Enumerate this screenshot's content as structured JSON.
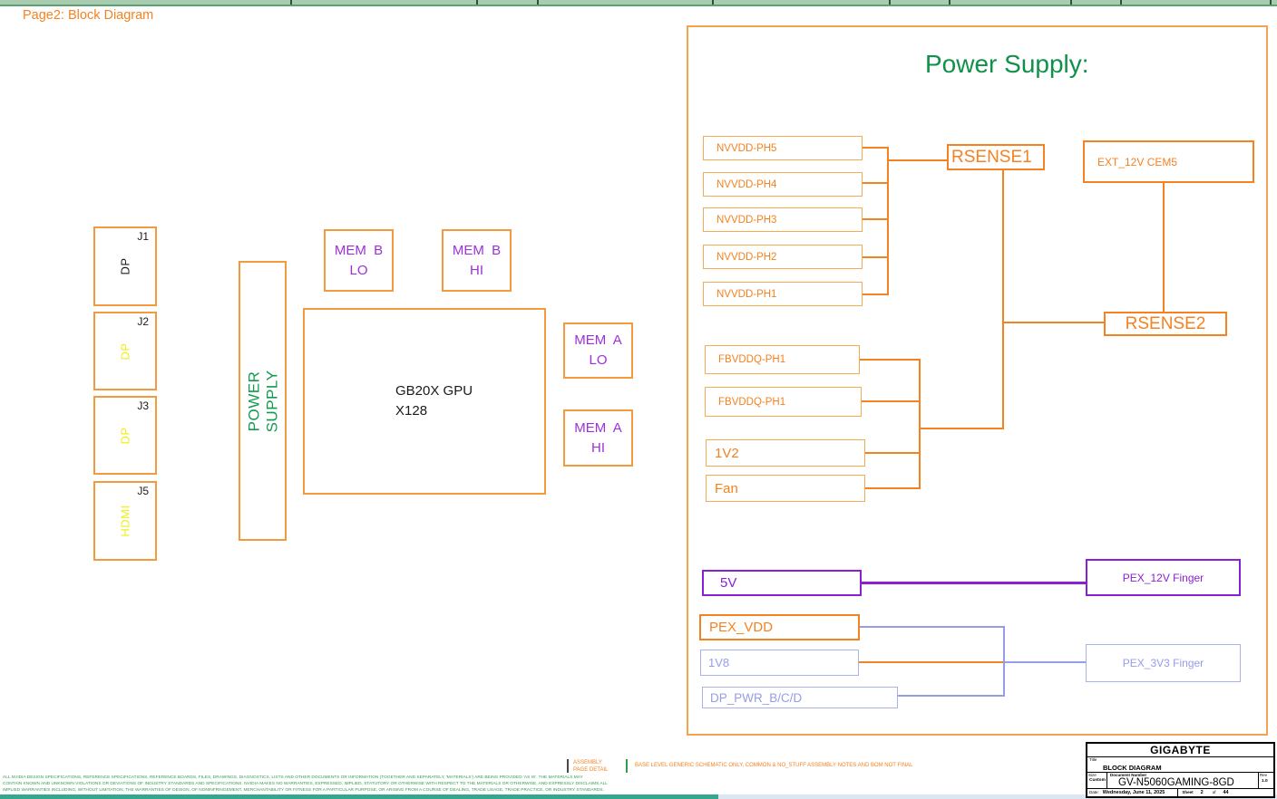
{
  "page": {
    "title": "Page2: Block Diagram"
  },
  "colors": {
    "orange": "#f58220",
    "green": "#129a4f",
    "purple": "#9b30d9",
    "violet": "#8a1fd4",
    "periwinkle": "#959de8",
    "yellow": "#eef011"
  },
  "connectors": [
    {
      "id": "J1",
      "label": "DP"
    },
    {
      "id": "J2",
      "label": "DP"
    },
    {
      "id": "J3",
      "label": "DP"
    },
    {
      "id": "J5",
      "label": "HDMI"
    }
  ],
  "power_supply_block": {
    "line1": "POWER",
    "line2": "SUPPLY"
  },
  "mem_blocks": {
    "b_lo": {
      "line1": "MEM  B",
      "line2": "LO"
    },
    "b_hi": {
      "line1": "MEM  B",
      "line2": "HI"
    },
    "a_lo": {
      "line1": "MEM  A",
      "line2": "LO"
    },
    "a_hi": {
      "line1": "MEM  A",
      "line2": "HI"
    }
  },
  "gpu": {
    "line1": "GB20X GPU",
    "line2": "X128"
  },
  "power_panel": {
    "title": "Power Supply:",
    "nvvdd": [
      "NVVDD-PH5",
      "NVVDD-PH4",
      "NVVDD-PH3",
      "NVVDD-PH2",
      "NVVDD-PH1"
    ],
    "rsense1": "RSENSE1",
    "ext_12v": "EXT_12V CEM5",
    "rsense2": "RSENSE2",
    "fbvddq": [
      "FBVDDQ-PH1",
      "FBVDDQ-PH1"
    ],
    "v1v2": "1V2",
    "fan": "Fan",
    "v5": "5V",
    "pex_12v_finger": "PEX_12V Finger",
    "pex_vdd": "PEX_VDD",
    "v1v8": "1V8",
    "dp_pwr": "DP_PWR_B/C/D",
    "pex_3v3_finger": "PEX_3V3 Finger"
  },
  "footer": {
    "assembly_label_line1": "ASSEMBLY",
    "assembly_label_line2": "PAGE DETAIL",
    "assembly_note": "BASE LEVEL GENERIC SCHEMATIC ONLY, COMMON & NO_STUFF ASSEMBLY NOTES AND BOM NOT FINAL",
    "disclaimer_lines": [
      "ALL NVIDIA DESIGN SPECIFICATIONS, REFERENCE SPECIFICATIONS, REFERENCE BOARDS, FILES, DRAWINGS, DIAGNOSTICS, LISTS AND OTHER DOCUMENTS OR INFORMATION (TOGETHER AND SEPARATELY, 'MATERIALS') ARE BEING PROVIDED 'AS IS'. THE MATERIALS MAY",
      "CONTAIN KNOWN AND UNKNOWN VIOLATIONS OR DEVIATIONS OF INDUSTRY STANDARDS AND SPECIFICATIONS. NVIDIA MAKES NO WARRANTIES, EXPRESSED, IMPLIED, STATUTORY OR OTHERWISE WITH RESPECT TO THE MATERIALS OR OTHERWISE, AND EXPRESSLY DISCLAIMS ALL",
      "IMPLIED WARRANTIES INCLUDING, WITHOUT LIMITATION, THE WARRANTIES OF DESIGN, OF NONINFRINGEMENT, MERCHANTABILITY OR FITNESS FOR A PARTICULAR PURPOSE, OR ARISING FROM A COURSE OF DEALING, TRADE USAGE, TRADE PRACTICE, OR INDUSTRY STANDARDS."
    ]
  },
  "title_block": {
    "brand": "GIGABYTE",
    "title_label": "Title",
    "title": "BLOCK DIAGRAM",
    "size_label": "Size",
    "size": "Custom",
    "doc_label": "Document Number",
    "doc_number": "GV-N5060GAMING-8GD",
    "rev_label": "Rev",
    "rev": "1.0",
    "date_label": "Date:",
    "date": "Wednesday, June 11, 2025",
    "sheet_label": "Sheet",
    "sheet": "2",
    "of_label": "of",
    "total_sheets": "44"
  }
}
